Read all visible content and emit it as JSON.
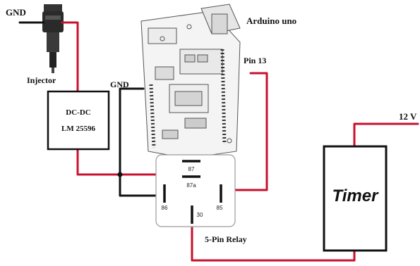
{
  "labels": {
    "gnd_top": "GND",
    "injector": "Injector",
    "dcdc_line1": "DC-DC",
    "dcdc_line2": "LM 25596",
    "arduino": "Arduino uno",
    "gnd_mid": "GND",
    "pin13": "Pin 13",
    "supply": "12 V",
    "timer": "Timer",
    "relay": "5-Pin Relay"
  },
  "relay_pins": {
    "p87": "87",
    "p87a": "87a",
    "p86": "86",
    "p85": "85",
    "p30": "30"
  },
  "colors": {
    "power_wire": "#c8102e",
    "ground_wire": "#111111",
    "outline": "#111111",
    "relay_border": "#9a9a9a"
  }
}
